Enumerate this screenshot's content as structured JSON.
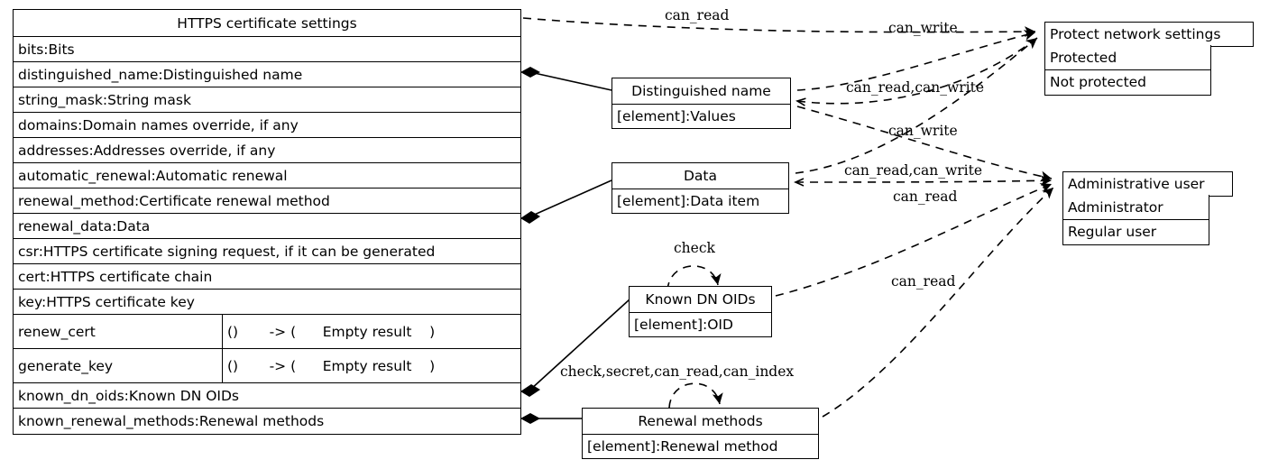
{
  "diagram": {
    "type": "uml-class-diagram",
    "background": "#ffffff",
    "line_color": "#000000"
  },
  "main_class": {
    "title": "HTTPS certificate settings",
    "attributes": [
      "bits:Bits",
      "distinguished_name:Distinguished name",
      "string_mask:String mask",
      "domains:Domain names override, if any",
      "addresses:Addresses override, if any",
      "automatic_renewal:Automatic renewal",
      "renewal_method:Certificate renewal method",
      "renewal_data:Data",
      "csr:HTTPS certificate signing request, if it can be generated",
      "cert:HTTPS certificate chain",
      "key:HTTPS certificate key"
    ],
    "methods": [
      {
        "name": "renew_cert",
        "signature": "()       -> (      Empty result    )"
      },
      {
        "name": "generate_key",
        "signature": "()       -> (      Empty result    )"
      }
    ],
    "trailing_attributes": [
      "known_dn_oids:Known DN OIDs",
      "known_renewal_methods:Renewal methods"
    ]
  },
  "classes": [
    {
      "id": "distinguished-name",
      "title": "Distinguished name",
      "rows": [
        "[element]:Values"
      ]
    },
    {
      "id": "data",
      "title": "Data",
      "rows": [
        "[element]:Data item"
      ]
    },
    {
      "id": "known-dn-oids",
      "title": "Known DN OIDs",
      "rows": [
        "[element]:OID"
      ]
    },
    {
      "id": "renewal-methods",
      "title": "Renewal methods",
      "rows": [
        "[element]:Renewal method"
      ]
    },
    {
      "id": "protect-network-settings",
      "title": "Protect network settings",
      "rows": [
        "Protected",
        "Not protected"
      ]
    },
    {
      "id": "administrative-user",
      "title": "Administrative user",
      "rows": [
        "Administrator",
        "Regular user"
      ]
    }
  ],
  "edge_labels": [
    {
      "id": "lbl-can-read-top",
      "text": "can_read"
    },
    {
      "id": "lbl-can-write-top",
      "text": "can_write"
    },
    {
      "id": "lbl-can-read-can-write-1",
      "text": "can_read,can_write"
    },
    {
      "id": "lbl-can-write-mid",
      "text": "can_write"
    },
    {
      "id": "lbl-can-read-can-write-2",
      "text": "can_read,can_write"
    },
    {
      "id": "lbl-can-read-mid",
      "text": "can_read"
    },
    {
      "id": "lbl-check",
      "text": "check"
    },
    {
      "id": "lbl-can-read-low",
      "text": "can_read"
    },
    {
      "id": "lbl-check-secret",
      "text": "check,secret,can_read,can_index"
    }
  ]
}
